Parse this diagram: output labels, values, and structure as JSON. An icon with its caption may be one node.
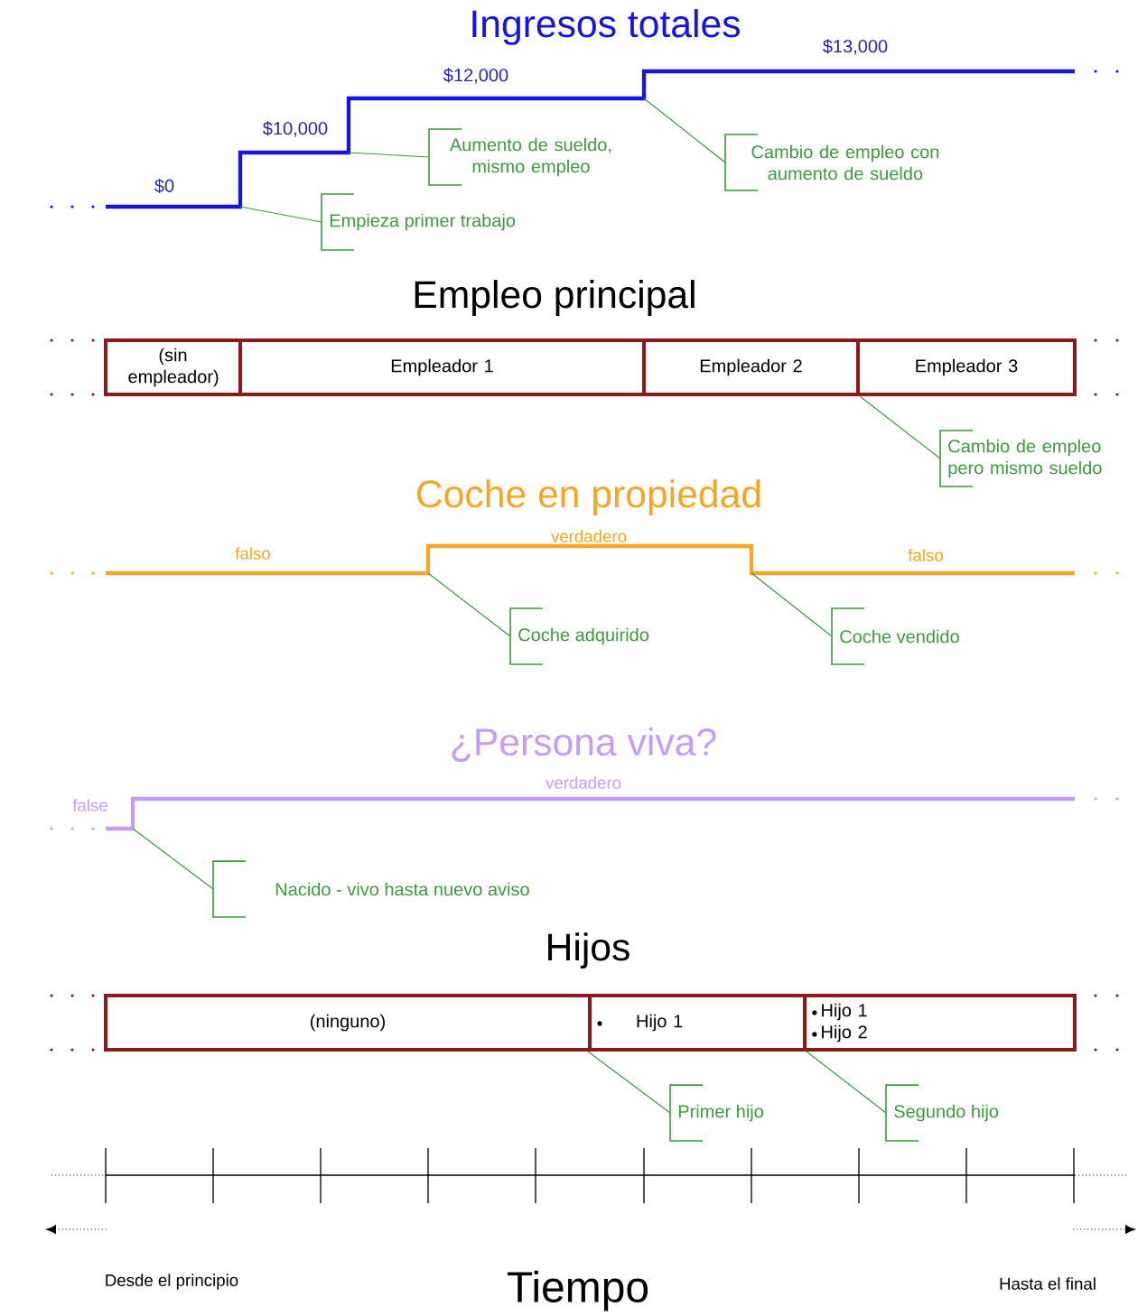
{
  "diagram": {
    "nodes": [
      {
        "text": [
          "Aumento de sueldo, mismo empleo"
        ]
      },
      {
        "text": [
          "Cambio de empleo con aumento de sueldo"
        ]
      },
      {
        "text": [
          "Empieza primer trabajo"
        ]
      },
      {
        "text": [
          "(sin empleador)"
        ]
      },
      {
        "text": [
          "Empleador 1"
        ]
      },
      {
        "text": [
          "Empleador 2"
        ]
      },
      {
        "text": [
          "Empleador 3"
        ]
      },
      {
        "text": [
          "Cambio de empleo pero mismo sueldo"
        ]
      },
      {
        "text": [
          "Coche adquirido"
        ]
      },
      {
        "text": [
          "Coche vendido"
        ]
      },
      {
        "text": [
          "Nacido - vivo hasta nuevo aviso"
        ]
      },
      {
        "text": [
          "(ninguno)"
        ]
      },
      {
        "text": [
          "Hijo 1"
        ]
      },
      {
        "text": [
          "Hijo 1",
          "Hijo 2"
        ]
      },
      {
        "text": [
          "Primer hijo"
        ]
      },
      {
        "text": [
          "Segundo hijo"
        ]
      }
    ],
    "edges": [
      {
        "from": 0,
        "to": null,
        "arrow": "none"
      },
      {
        "from": 1,
        "to": null,
        "arrow": "none"
      },
      {
        "from": 2,
        "to": null,
        "arrow": "none"
      },
      {
        "from": 7,
        "to": 5,
        "arrow": "none"
      },
      {
        "from": 8,
        "to": null,
        "arrow": "none"
      },
      {
        "from": 9,
        "to": null,
        "arrow": "none"
      },
      {
        "from": 10,
        "to": null,
        "arrow": "none"
      },
      {
        "from": 14,
        "to": 12,
        "arrow": "none"
      },
      {
        "from": 15,
        "to": 12,
        "arrow": "none"
      }
    ],
    "labels": [
      "Ingresos totales",
      "$13,000",
      "$12,000",
      "$10,000",
      "$0",
      "Empleo principal",
      "Coche en propiedad",
      "verdadero",
      "falso",
      "falso",
      "¿Persona viva?",
      "verdadero",
      "false",
      "Hijos",
      "Desde el principio",
      "Tiempo",
      "Hasta el final"
    ]
  }
}
